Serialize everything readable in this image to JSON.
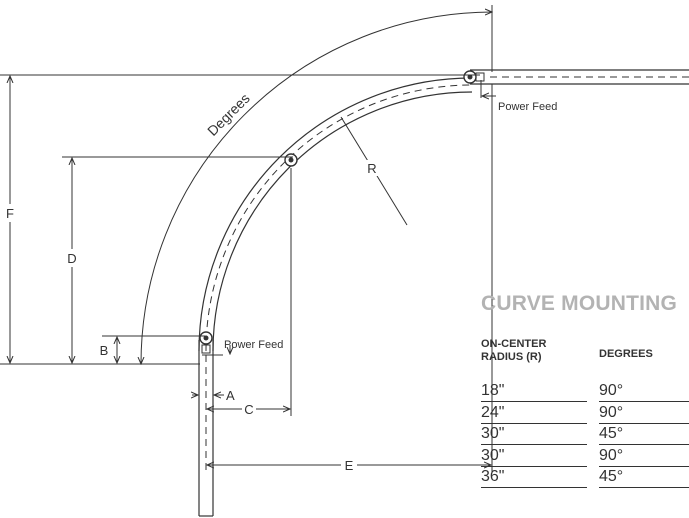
{
  "labels": {
    "degrees": "Degrees",
    "r": "R",
    "f": "F",
    "d": "D",
    "b": "B",
    "a": "A",
    "c": "C",
    "e": "E",
    "power_feed_top": "Power Feed",
    "power_feed_left": "Power Feed"
  },
  "table": {
    "title": "CURVE MOUNTING",
    "headers": {
      "radius_line1": "ON-CENTER",
      "radius_line2": "RADIUS (R)",
      "degrees": "DEGREES"
    },
    "rows": [
      {
        "radius": "18\"",
        "degrees": "90°"
      },
      {
        "radius": "24\"",
        "degrees": "90°"
      },
      {
        "radius": "30\"",
        "degrees": "45°"
      },
      {
        "radius": "30\"",
        "degrees": "90°"
      },
      {
        "radius": "36\"",
        "degrees": "45°"
      }
    ]
  }
}
